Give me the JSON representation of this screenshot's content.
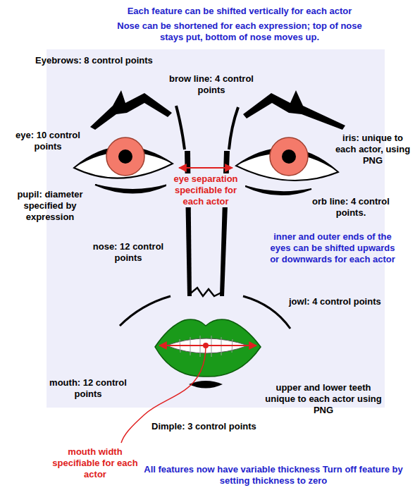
{
  "diagram": {
    "labels": [
      "Each feature can be shifted vertically for each actor",
      "Nose can be shortened for each expression; top of nose stays put, bottom of nose moves up.",
      "Eyebrows: 8 control points",
      "brow line: 4 control points",
      "eye: 10 control points",
      "iris: unique to each actor, using PNG",
      "eye separation specifiable for each actor",
      "pupil: diameter specified by expression",
      "orb line: 4 control points.",
      "inner and outer ends of the eyes can be shifted upwards or downwards for each actor",
      "nose: 12 control points",
      "jowl: 4 control points",
      "mouth: 12 control points",
      "upper and lower teeth unique to each actor using PNG",
      "Dimple: 3 control points",
      "mouth width specifiable for each actor",
      "All features now have variable thickness Turn off feature by setting thickness to zero"
    ]
  }
}
